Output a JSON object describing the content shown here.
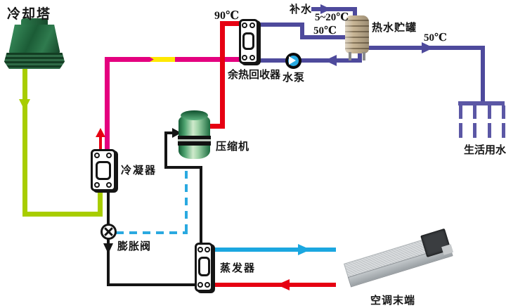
{
  "labels": {
    "cooling_tower": "冷却塔",
    "heat_recovery": "余热回收器",
    "water_pump": "水泵",
    "makeup_water": "补水",
    "hot_water_tank": "热水贮罐",
    "domestic_water": "生活用水",
    "condenser": "冷凝器",
    "compressor": "压缩机",
    "expansion_valve": "膨胀阀",
    "evaporator": "蒸发器",
    "ac_terminal": "空调末端"
  },
  "temperatures": {
    "compressor_discharge": "90℃",
    "makeup_range": "5~20℃",
    "recovery_outlet": "50℃",
    "domestic_supply": "50℃"
  },
  "icons": {
    "pump": "pump-icon",
    "expansion_valve": "expansion-valve-icon",
    "flow_arrows": "flow-arrow-icon"
  },
  "colors": {
    "hot_gas_red": "#e60012",
    "refrigerant_magenta": "#e4007f",
    "yellow_segment": "#ffe800",
    "tower_water_green": "#a8cd00",
    "hot_water_purple": "#4e4a9c",
    "chilled_supply_cyan": "#1ba7e0",
    "chilled_return_red": "#e60012",
    "sensing_line_cyan": "#2aa9e0",
    "refrigerant_black": "#151515"
  }
}
